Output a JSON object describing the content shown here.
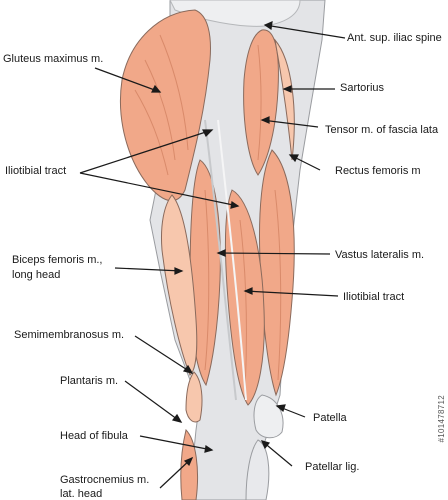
{
  "labels": {
    "ant_sup_iliac_spine": "Ant. sup. iliac spine",
    "gluteus_maximus": "Gluteus maximus m.",
    "sartorius": "Sartorius",
    "tensor_fascia_lata": "Tensor m. of fascia lata",
    "iliotibial_tract_upper": "Iliotibial tract",
    "rectus_femoris": "Rectus femoris m",
    "biceps_femoris_line1": "Biceps femoris m.,",
    "biceps_femoris_line2": "long head",
    "vastus_lateralis": "Vastus lateralis m.",
    "iliotibial_tract_lower": "Iliotibial tract",
    "semimembranosus": "Semimembranosus m.",
    "plantaris": "Plantaris m.",
    "patella": "Patella",
    "head_of_fibula": "Head of fibula",
    "patellar_lig": "Patellar lig.",
    "gastrocnemius_line1": "Gastrocnemius m.",
    "gastrocnemius_line2": "lat. head"
  },
  "stock_id": "#101478712",
  "colors": {
    "muscle": "#f1a889",
    "muscle_light": "#f7c7ad",
    "fascia": "#dcdde0",
    "fascia_light": "#eeeff1",
    "line": "#1a1a1a"
  }
}
